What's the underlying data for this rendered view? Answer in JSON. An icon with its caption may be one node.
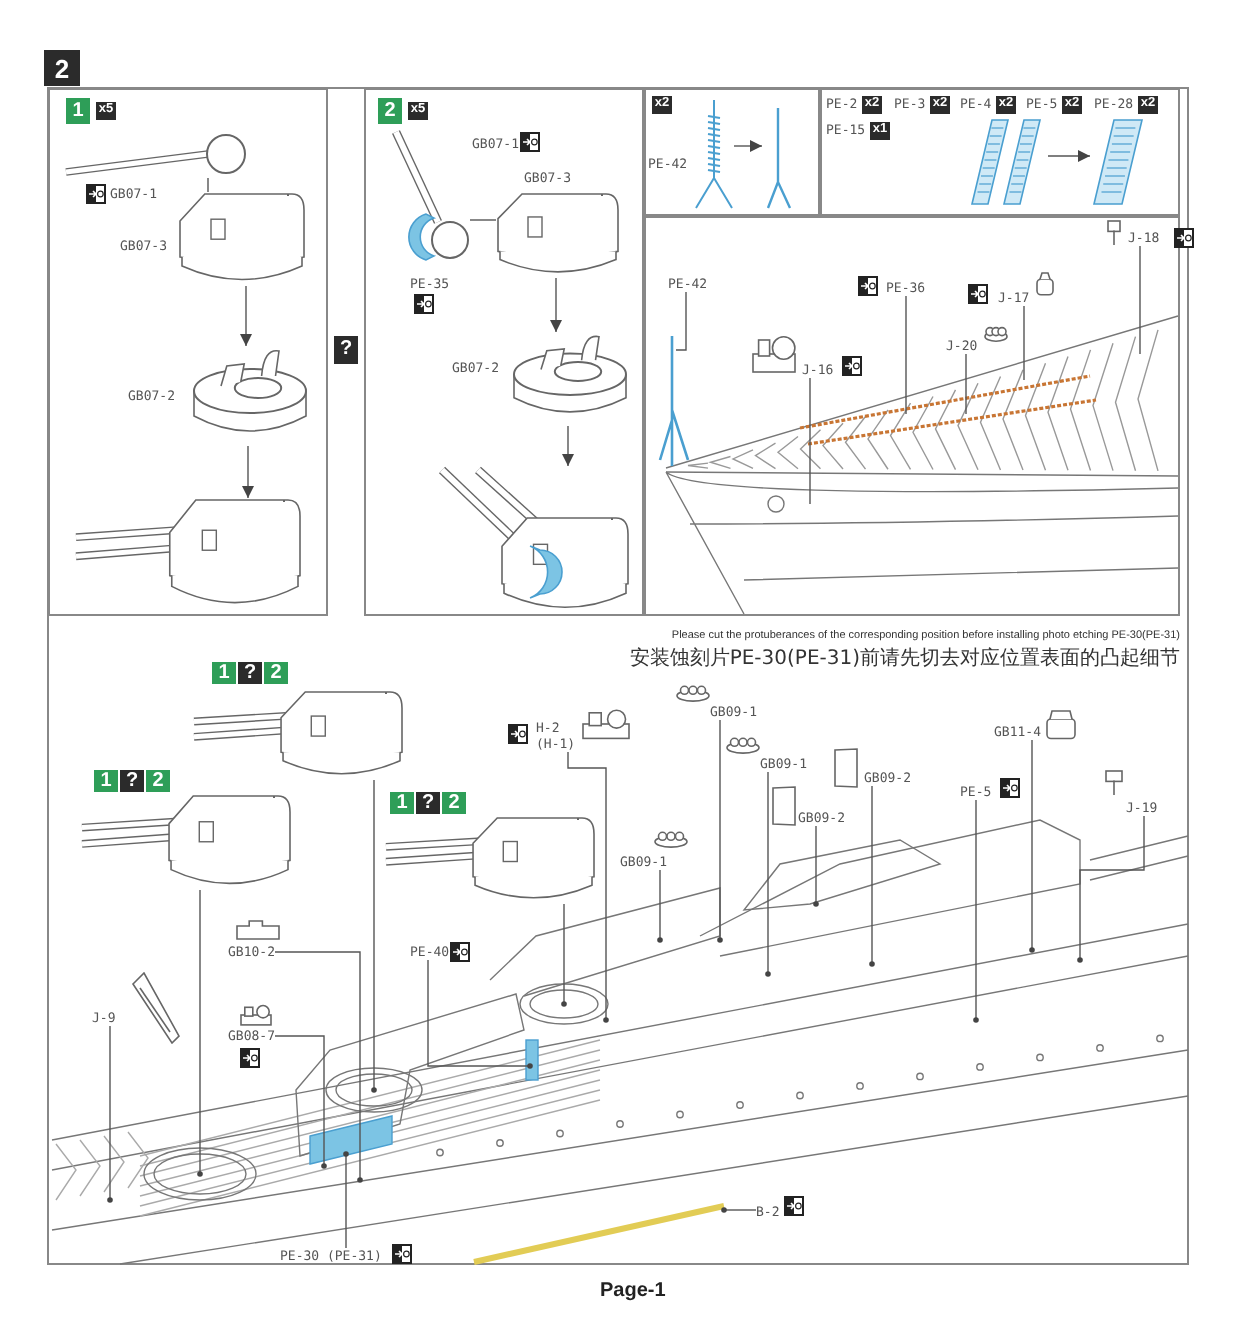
{
  "diagram": {
    "nodes": [
      {
        "text": [
          "2"
        ]
      },
      {
        "text": [],
        "shape": "box"
      },
      {
        "text": [
          "1"
        ],
        "in": 1
      },
      {
        "text": [
          "x5"
        ],
        "in": 1
      },
      {
        "text": [],
        "shape": "picture",
        "in": 1,
        "beside": [
          "GB07-1"
        ]
      },
      {
        "text": [],
        "shape": "picture",
        "in": 1,
        "beside": [
          "GB07-3"
        ]
      },
      {
        "text": [],
        "shape": "picture",
        "in": 1,
        "beside": [
          "GB07-2"
        ]
      },
      {
        "text": [],
        "shape": "picture",
        "in": 1
      },
      {
        "text": [
          "?"
        ]
      },
      {
        "text": [],
        "shape": "box"
      },
      {
        "text": [
          "2"
        ],
        "in": 9
      },
      {
        "text": [
          "x5"
        ],
        "in": 9
      },
      {
        "text": [],
        "shape": "picture",
        "in": 9,
        "beside": [
          "GB07-1"
        ]
      },
      {
        "text": [],
        "shape": "picture",
        "in": 9,
        "beside": [
          "GB07-3"
        ]
      },
      {
        "text": [],
        "shape": "picture",
        "in": 9,
        "beside": [
          "GB07-2"
        ]
      },
      {
        "text": [],
        "shape": "picture",
        "in": 9
      },
      {
        "text": [],
        "shape": "box"
      },
      {
        "text": [
          "x2"
        ],
        "in": 16
      },
      {
        "text": [],
        "shape": "picture",
        "in": 16,
        "beside": [
          "PE-42"
        ]
      },
      {
        "text": [],
        "shape": "picture",
        "in": 16
      },
      {
        "text": [],
        "shape": "box"
      },
      {
        "text": [
          "x2"
        ],
        "in": 20,
        "beside": [
          "PE-2"
        ]
      },
      {
        "text": [
          "x2"
        ],
        "in": 20,
        "beside": [
          "PE-3"
        ]
      },
      {
        "text": [
          "x2"
        ],
        "in": 20,
        "beside": [
          "PE-4"
        ]
      },
      {
        "text": [
          "x2"
        ],
        "in": 20,
        "beside": [
          "PE-5"
        ]
      },
      {
        "text": [
          "x2"
        ],
        "in": 20,
        "beside": [
          "PE-28"
        ]
      },
      {
        "text": [
          "x1"
        ],
        "in": 20,
        "beside": [
          "PE-15"
        ]
      },
      {
        "text": [],
        "shape": "picture",
        "in": 20
      },
      {
        "text": [],
        "shape": "picture",
        "in": 20
      },
      {
        "text": [],
        "shape": "box"
      },
      {
        "text": [
          "PE-42"
        ],
        "in": 29
      },
      {
        "text": [
          "PE-36"
        ],
        "in": 29
      },
      {
        "text": [
          "J-17"
        ],
        "in": 29
      },
      {
        "text": [
          "J-18"
        ],
        "in": 29
      },
      {
        "text": [
          "J-20"
        ],
        "in": 29
      },
      {
        "text": [
          "J-16"
        ],
        "in": 29
      },
      {
        "text": [
          "1"
        ]
      },
      {
        "text": [
          "?"
        ]
      },
      {
        "text": [
          "2"
        ]
      },
      {
        "text": [],
        "shape": "picture"
      },
      {
        "text": [
          "1"
        ]
      },
      {
        "text": [
          "?"
        ]
      },
      {
        "text": [
          "2"
        ]
      },
      {
        "text": [],
        "shape": "picture"
      },
      {
        "text": [
          "1"
        ]
      },
      {
        "text": [
          "?"
        ]
      },
      {
        "text": [
          "2"
        ]
      },
      {
        "text": [],
        "shape": "picture"
      },
      {
        "text": [
          "H-2 (H-1)"
        ]
      },
      {
        "text": [
          "GB09-1"
        ]
      },
      {
        "text": [
          "GB09-1"
        ]
      },
      {
        "text": [
          "GB09-2"
        ]
      },
      {
        "text": [
          "GB09-1"
        ]
      },
      {
        "text": [
          "GB09-2"
        ]
      },
      {
        "text": [
          "GB11-4"
        ]
      },
      {
        "text": [
          "J-19"
        ]
      },
      {
        "text": [
          "PE-5"
        ]
      },
      {
        "text": [
          "GB10-2"
        ]
      },
      {
        "text": [
          "PE-40"
        ]
      },
      {
        "text": [
          "J-9"
        ]
      },
      {
        "text": [
          "GB08-7"
        ]
      },
      {
        "text": [
          "PE-30 (PE-31)"
        ]
      },
      {
        "text": [
          "B-2"
        ]
      }
    ],
    "edges": [
      {
        "from": 4,
        "to": 5,
        "arrow": "none"
      },
      {
        "from": 5,
        "to": 6,
        "arrow": "to"
      },
      {
        "from": 6,
        "to": 7,
        "arrow": "to"
      },
      {
        "from": 12,
        "to": 13,
        "arrow": "none"
      },
      {
        "from": 13,
        "to": 14,
        "arrow": "to"
      },
      {
        "from": 14,
        "to": 15,
        "arrow": "to"
      },
      {
        "from": 18,
        "to": 19,
        "arrow": "to"
      },
      {
        "from": 27,
        "to": 28,
        "arrow": "to"
      },
      {
        "from": 30,
        "to": null,
        "arrow": "none"
      },
      {
        "from": 31,
        "to": null,
        "arrow": "none"
      },
      {
        "from": 32,
        "to": null,
        "arrow": "none"
      },
      {
        "from": 33,
        "to": null,
        "arrow": "none"
      },
      {
        "from": 34,
        "to": null,
        "arrow": "none"
      },
      {
        "from": 35,
        "to": null,
        "arrow": "none"
      },
      {
        "from": 39,
        "to": null,
        "arrow": "other"
      },
      {
        "from": 43,
        "to": null,
        "arrow": "other"
      },
      {
        "from": 47,
        "to": null,
        "arrow": "other"
      },
      {
        "from": 48,
        "to": null,
        "arrow": "other"
      },
      {
        "from": 49,
        "to": null,
        "arrow": "other"
      },
      {
        "from": 50,
        "to": null,
        "arrow": "other"
      },
      {
        "from": 51,
        "to": null,
        "arrow": "other"
      },
      {
        "from": 52,
        "to": null,
        "arrow": "other"
      },
      {
        "from": 53,
        "to": null,
        "arrow": "other"
      },
      {
        "from": 54,
        "to": null,
        "arrow": "other"
      },
      {
        "from": 55,
        "to": null,
        "arrow": "other"
      },
      {
        "from": 56,
        "to": null,
        "arrow": "other"
      },
      {
        "from": 57,
        "to": null,
        "arrow": "other"
      },
      {
        "from": 58,
        "to": null,
        "arrow": "other"
      },
      {
        "from": 59,
        "to": null,
        "arrow": "other"
      },
      {
        "from": 60,
        "to": null,
        "arrow": "other"
      },
      {
        "from": 61,
        "to": null,
        "arrow": "other"
      },
      {
        "from": 62,
        "to": null,
        "arrow": "other"
      }
    ],
    "labels": [
      "PE-35",
      "Please cut the protuberances of the corresponding position before installing photo etching PE-30(PE-31)",
      "安装蚀刻片PE-30(PE-31)前请先切去对应位置表面的凸起细节",
      "Page-1"
    ]
  }
}
